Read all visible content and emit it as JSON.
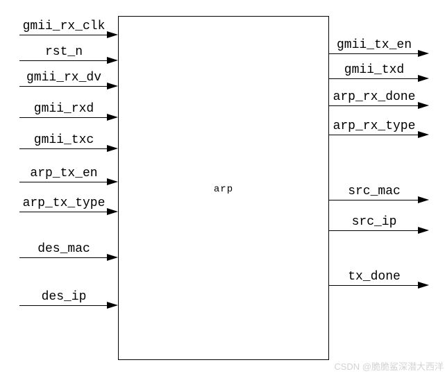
{
  "module": {
    "name": "arp",
    "inputs": [
      "gmii_rx_clk",
      "rst_n",
      "gmii_rx_dv",
      "gmii_rxd",
      "gmii_txc",
      "arp_tx_en",
      "arp_tx_type",
      "des_mac",
      "des_ip"
    ],
    "outputs": [
      "gmii_tx_en",
      "gmii_txd",
      "arp_rx_done",
      "arp_rx_type",
      "src_mac",
      "src_ip",
      "tx_done"
    ]
  },
  "watermark": "CSDN @脆脆鲨深潜大西洋",
  "colors": {
    "line": "#000000",
    "background": "#ffffff",
    "watermark": "#d3d3d3"
  }
}
